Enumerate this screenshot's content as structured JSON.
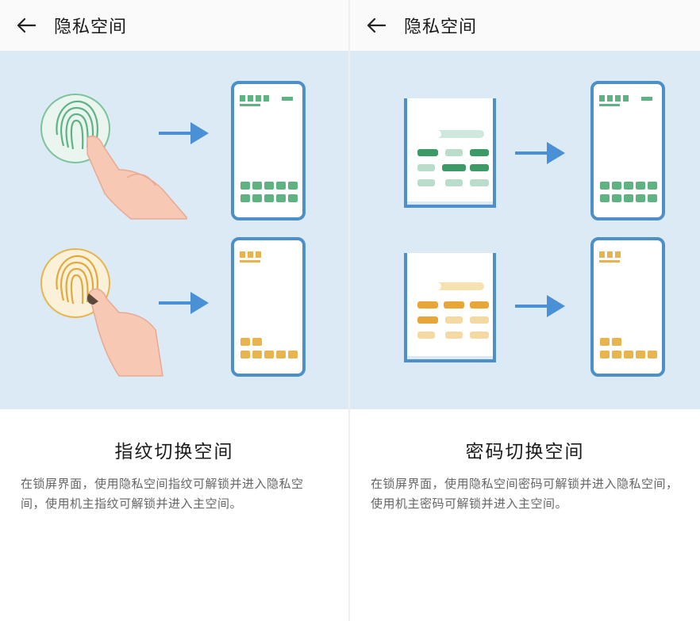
{
  "left": {
    "header": {
      "title": "隐私空间",
      "back_icon": "back-arrow-icon"
    },
    "card": {
      "title": "指纹切换空间",
      "description": "在锁屏界面，使用隐私空间指纹可解锁并进入隐私空间，使用机主指纹可解锁并进入主空间。"
    }
  },
  "right": {
    "header": {
      "title": "隐私空间",
      "back_icon": "back-arrow-icon"
    },
    "card": {
      "title": "密码切换空间",
      "description": "在锁屏界面，使用隐私空间密码可解锁并进入隐私空间，使用机主密码可解锁并进入主空间。"
    }
  },
  "colors": {
    "illustration_bg": "#dbeaf4",
    "green": "#5fb383",
    "gold": "#e7b44f",
    "arrow": "#4a90d6",
    "phone_frame": "#4d8fc7"
  }
}
